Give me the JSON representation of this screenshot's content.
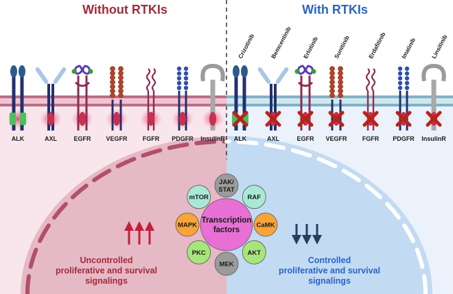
{
  "headers": {
    "left": "Without RTKIs",
    "right": "With RTKIs",
    "left_color": "#a32a3a",
    "right_color": "#2a63c8"
  },
  "receptors": [
    "ALK",
    "AXL",
    "EGFR",
    "VEGFR",
    "FGFR",
    "PDGFR",
    "InsulinR"
  ],
  "drugs": [
    "Crizotinib",
    "Bemcentinib",
    "Erlotinib",
    "Sunitinib",
    "Erdafitinib",
    "Imatinib",
    "Linsitinib"
  ],
  "pathway_nodes": [
    {
      "label": "JAK/\nSTAT",
      "color": "#9b9b9b"
    },
    {
      "label": "RAF",
      "color": "#a8e8d4"
    },
    {
      "label": "CaMK",
      "color": "#f7a43a"
    },
    {
      "label": "AKT",
      "color": "#a6e57a"
    },
    {
      "label": "MEK",
      "color": "#9b9b9b"
    },
    {
      "label": "PKC",
      "color": "#a6e57a"
    },
    {
      "label": "MAPK",
      "color": "#f7a43a"
    },
    {
      "label": "mTOR",
      "color": "#a8e8d4"
    }
  ],
  "center_node": {
    "label": "Transcription\nfactors",
    "color": "#e86fd4"
  },
  "left_outcome": [
    "Uncontrolled",
    "proliferative and survival",
    "signalings"
  ],
  "right_outcome": [
    "Controlled",
    "proliferative and survival",
    "signalings"
  ],
  "colors": {
    "left_bg": "#f7e4ea",
    "right_bg": "#e8f0fb",
    "left_dome": "#e3b3c0",
    "right_dome": "#bcd6f0",
    "inhibit_x": "#b5241b",
    "up_arrow": "#c0203a",
    "down_arrow": "#24405e"
  }
}
